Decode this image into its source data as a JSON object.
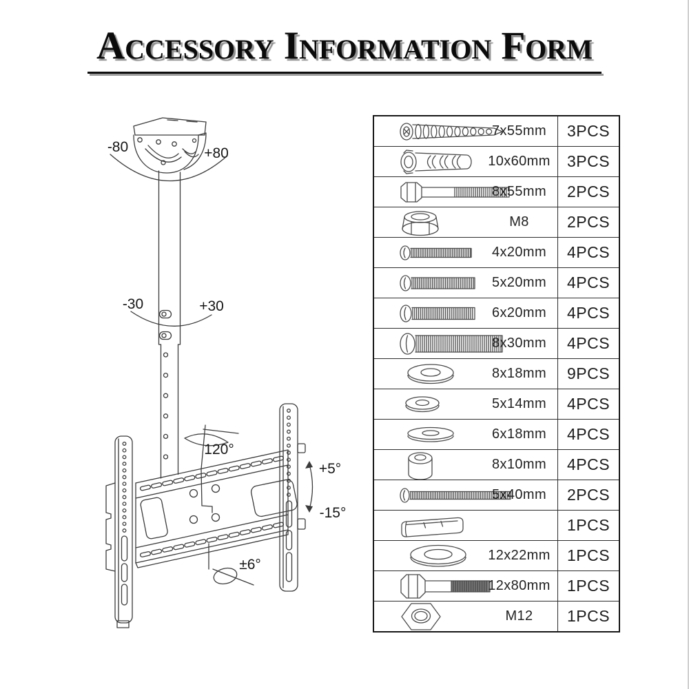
{
  "page": {
    "background": "#ffffff"
  },
  "header": {
    "title": "Accessory Information Form"
  },
  "diagram": {
    "labels": {
      "swivel_left": "-80",
      "swivel_right": "+80",
      "pole_left": "-30",
      "pole_right": "+30",
      "swivel_range": "120°",
      "tilt_up": "+5°",
      "tilt_down": "-15°",
      "level_adjust": "±6°"
    }
  },
  "parts_table": {
    "rows": [
      {
        "icon": "lag-screw-icon",
        "size": "7x55mm",
        "qty": "3PCS"
      },
      {
        "icon": "wall-anchor-icon",
        "size": "10x60mm",
        "qty": "3PCS"
      },
      {
        "icon": "hex-bolt-icon",
        "size": "8x55mm",
        "qty": "2PCS"
      },
      {
        "icon": "lock-nut-icon",
        "size": "M8",
        "qty": "2PCS"
      },
      {
        "icon": "pan-screw-4x20-icon",
        "size": "4x20mm",
        "qty": "4PCS"
      },
      {
        "icon": "pan-screw-5x20-icon",
        "size": "5x20mm",
        "qty": "4PCS"
      },
      {
        "icon": "pan-screw-6x20-icon",
        "size": "6x20mm",
        "qty": "4PCS"
      },
      {
        "icon": "pan-screw-8x30-icon",
        "size": "8x30mm",
        "qty": "4PCS"
      },
      {
        "icon": "flat-washer-8x18-icon",
        "size": "8x18mm",
        "qty": "9PCS"
      },
      {
        "icon": "flat-washer-5x14-icon",
        "size": "5x14mm",
        "qty": "4PCS"
      },
      {
        "icon": "flat-washer-6x18-icon",
        "size": "6x18mm",
        "qty": "4PCS"
      },
      {
        "icon": "spacer-icon",
        "size": "8x10mm",
        "qty": "4PCS"
      },
      {
        "icon": "machine-screw-5x40-icon",
        "size": "5x40mm",
        "qty": "2PCS"
      },
      {
        "icon": "strap-clip-icon",
        "size": "",
        "qty": "1PCS"
      },
      {
        "icon": "flat-washer-12x22-icon",
        "size": "12x22mm",
        "qty": "1PCS"
      },
      {
        "icon": "hex-bolt-12x80-icon",
        "size": "12x80mm",
        "qty": "1PCS"
      },
      {
        "icon": "hex-nut-icon",
        "size": "M12",
        "qty": "1PCS"
      }
    ]
  },
  "colors": {
    "line": "#3a3a3a",
    "table_border": "#161616",
    "text": "#1c1c1c",
    "title_shadow": "#8f8f8f"
  }
}
